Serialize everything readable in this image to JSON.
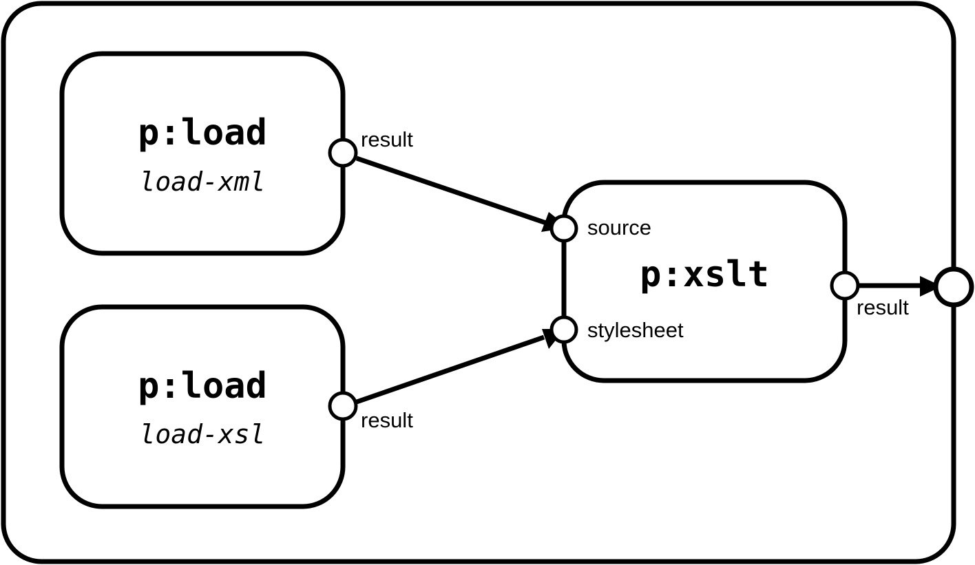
{
  "pipeline": {
    "steps": [
      {
        "type": "p:load",
        "name": "load-xml",
        "output_port": "result"
      },
      {
        "type": "p:load",
        "name": "load-xsl",
        "output_port": "result"
      },
      {
        "type": "p:xslt",
        "input_ports": [
          "source",
          "stylesheet"
        ],
        "output_port": "result"
      }
    ],
    "connections": [
      {
        "from": "load-xml.result",
        "to": "p:xslt.source"
      },
      {
        "from": "load-xsl.result",
        "to": "p:xslt.stylesheet"
      },
      {
        "from": "p:xslt.result",
        "to": "pipeline.result"
      }
    ]
  }
}
